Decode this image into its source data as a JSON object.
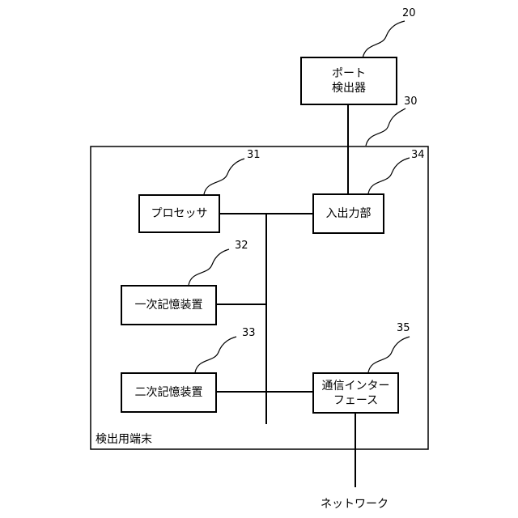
{
  "port_detector": {
    "line1": "ポート",
    "line2": "検出器",
    "ref": "20"
  },
  "terminal": {
    "label": "検出用端末",
    "ref": "30"
  },
  "processor": {
    "label": "プロセッサ",
    "ref": "31"
  },
  "primary_storage": {
    "label": "一次記憶装置",
    "ref": "32"
  },
  "secondary_storage": {
    "label": "二次記憶装置",
    "ref": "33"
  },
  "io_unit": {
    "label": "入出力部",
    "ref": "34"
  },
  "comm_interface": {
    "line1": "通信インター",
    "line2": "フェース",
    "ref": "35"
  },
  "network": {
    "label": "ネットワーク"
  }
}
